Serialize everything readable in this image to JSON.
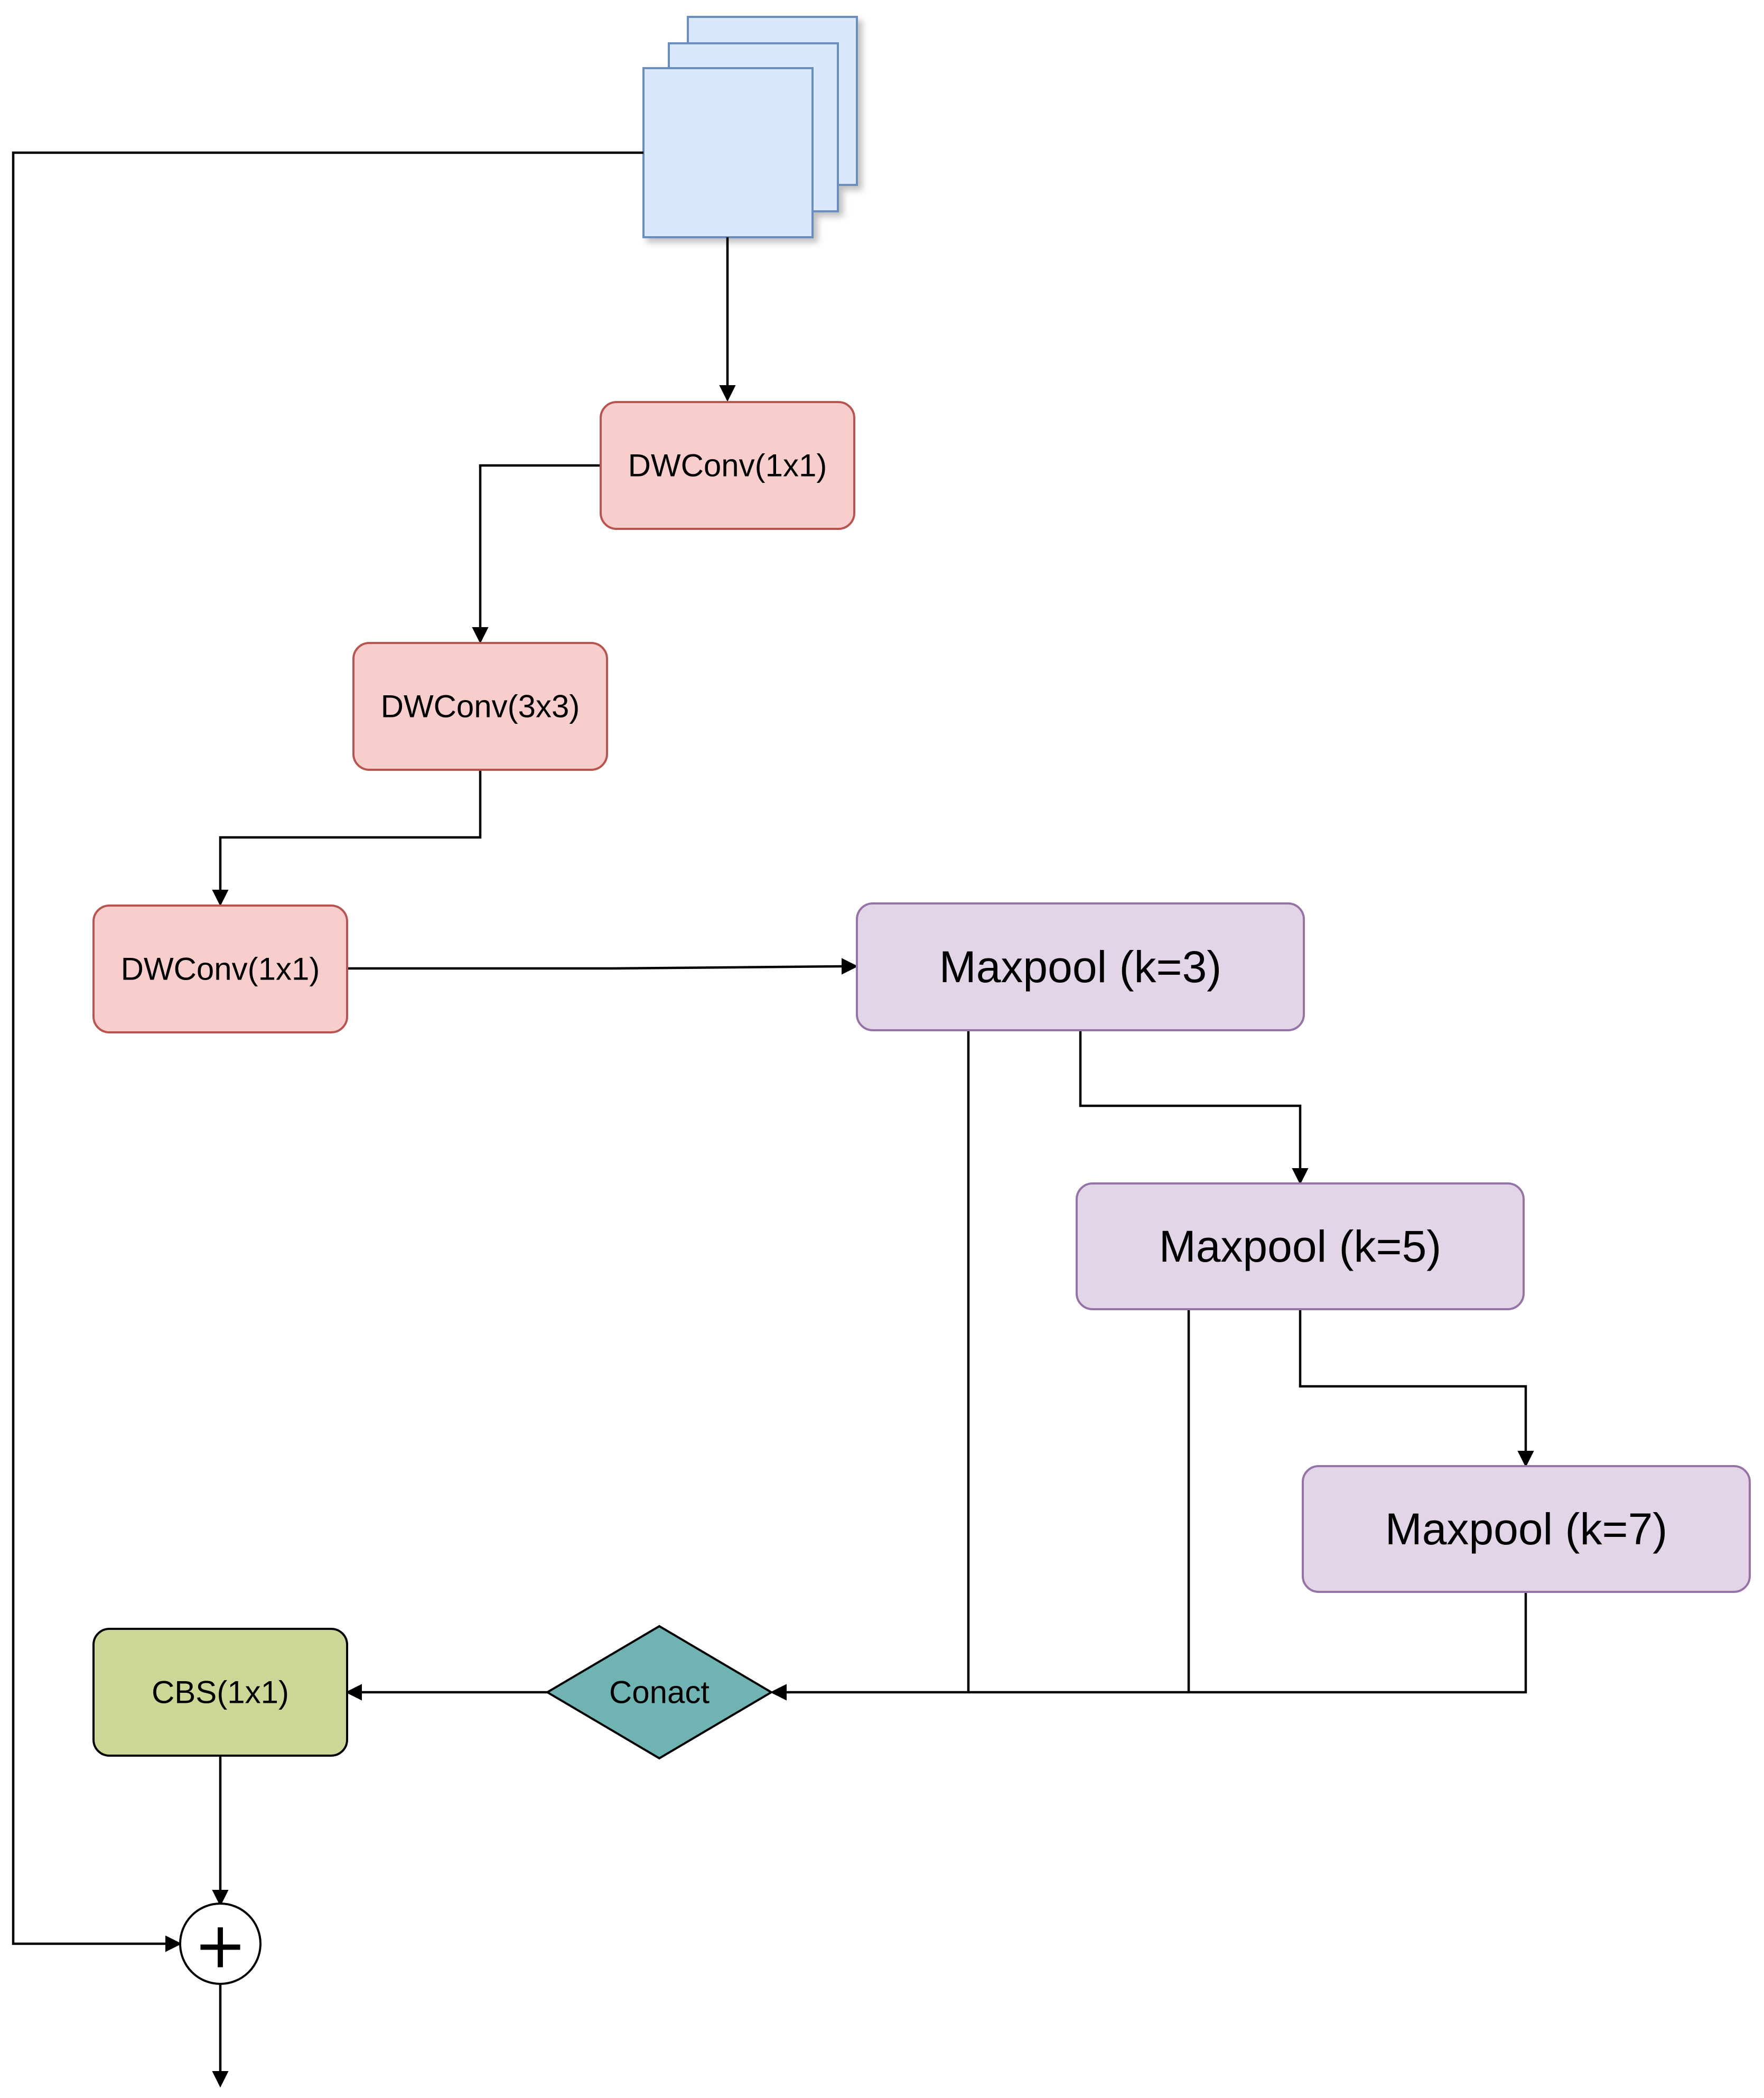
{
  "nodes": {
    "input_feature_map": {
      "label": ""
    },
    "dwconv_1": {
      "label": "DWConv(1x1)"
    },
    "dwconv_3": {
      "label": "DWConv(3x3)"
    },
    "dwconv_2": {
      "label": "DWConv(1x1)"
    },
    "maxpool_3": {
      "label": "Maxpool (k=3)"
    },
    "maxpool_5": {
      "label": "Maxpool (k=5)"
    },
    "maxpool_7": {
      "label": "Maxpool (k=7)"
    },
    "concat": {
      "label": "Conact"
    },
    "cbs": {
      "label": "CBS(1x1)"
    },
    "add": {
      "label": "+"
    }
  },
  "edges": [
    {
      "from": "input_feature_map",
      "to": "dwconv_1"
    },
    {
      "from": "dwconv_1",
      "to": "dwconv_3"
    },
    {
      "from": "dwconv_3",
      "to": "dwconv_2"
    },
    {
      "from": "dwconv_2",
      "to": "maxpool_3"
    },
    {
      "from": "maxpool_3",
      "to": "maxpool_5"
    },
    {
      "from": "maxpool_5",
      "to": "maxpool_7"
    },
    {
      "from": "maxpool_3",
      "to": "concat"
    },
    {
      "from": "maxpool_5",
      "to": "concat"
    },
    {
      "from": "maxpool_7",
      "to": "concat"
    },
    {
      "from": "concat",
      "to": "cbs"
    },
    {
      "from": "cbs",
      "to": "add"
    },
    {
      "from": "input_feature_map",
      "to": "add"
    },
    {
      "from": "add",
      "to": "output"
    }
  ],
  "colors": {
    "input_fill": "#dae8fc",
    "input_stroke": "#6c8ebf",
    "dwconv_fill": "#f8cecc",
    "dwconv_stroke": "#b85450",
    "maxpool_fill": "#e1d5e7",
    "maxpool_stroke": "#9673a6",
    "concat_fill": "#6fb3b3",
    "concat_stroke": "#000000",
    "cbs_fill": "#cdd696",
    "cbs_stroke": "#000000",
    "line": "#000000"
  }
}
